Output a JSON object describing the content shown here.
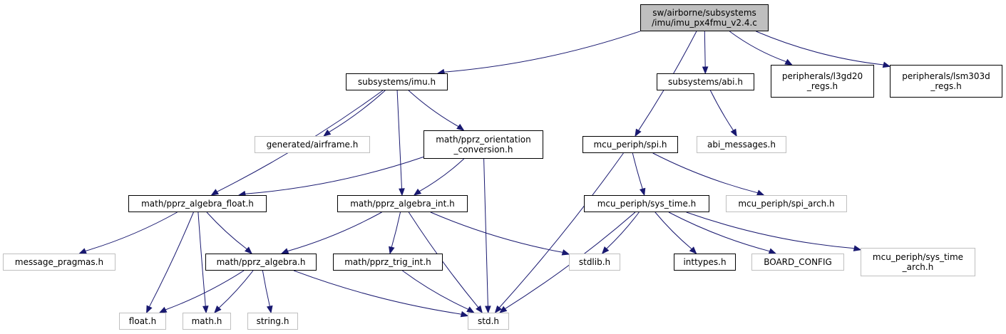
{
  "colors": {
    "edge": "#191970",
    "root_fill": "#bfbfbf",
    "missing_border": "#bfbfbf",
    "border": "#000000"
  },
  "nodes": [
    {
      "id": "root",
      "label": "sw/airborne/subsystems\n/imu/imu_px4fmu_v2.4.c",
      "style": "root"
    },
    {
      "id": "imu_h",
      "label": "subsystems/imu.h",
      "style": "normal"
    },
    {
      "id": "abi_h",
      "label": "subsystems/abi.h",
      "style": "normal"
    },
    {
      "id": "l3gd20",
      "label": "peripherals/l3gd20\n_regs.h",
      "style": "normal"
    },
    {
      "id": "lsm303d",
      "label": "peripherals/lsm303d\n_regs.h",
      "style": "normal"
    },
    {
      "id": "airframe",
      "label": "generated/airframe.h",
      "style": "missing"
    },
    {
      "id": "orient",
      "label": "math/pprz_orientation\n_conversion.h",
      "style": "normal"
    },
    {
      "id": "spi_h",
      "label": "mcu_periph/spi.h",
      "style": "normal"
    },
    {
      "id": "abi_msg",
      "label": "abi_messages.h",
      "style": "missing"
    },
    {
      "id": "alg_float",
      "label": "math/pprz_algebra_float.h",
      "style": "normal"
    },
    {
      "id": "alg_int",
      "label": "math/pprz_algebra_int.h",
      "style": "normal"
    },
    {
      "id": "sys_time",
      "label": "mcu_periph/sys_time.h",
      "style": "normal"
    },
    {
      "id": "spi_arch",
      "label": "mcu_periph/spi_arch.h",
      "style": "missing"
    },
    {
      "id": "msg_pragmas",
      "label": "message_pragmas.h",
      "style": "missing"
    },
    {
      "id": "algebra",
      "label": "math/pprz_algebra.h",
      "style": "normal"
    },
    {
      "id": "trig_int",
      "label": "math/pprz_trig_int.h",
      "style": "normal"
    },
    {
      "id": "stdlib",
      "label": "stdlib.h",
      "style": "missing"
    },
    {
      "id": "inttypes",
      "label": "inttypes.h",
      "style": "normal"
    },
    {
      "id": "board",
      "label": "BOARD_CONFIG",
      "style": "missing"
    },
    {
      "id": "sys_time_arch",
      "label": "mcu_periph/sys_time\n_arch.h",
      "style": "missing"
    },
    {
      "id": "float_h",
      "label": "float.h",
      "style": "missing"
    },
    {
      "id": "math_h",
      "label": "math.h",
      "style": "missing"
    },
    {
      "id": "string_h",
      "label": "string.h",
      "style": "missing"
    },
    {
      "id": "std_h",
      "label": "std.h",
      "style": "missing"
    }
  ],
  "edges": [
    [
      "root",
      "imu_h"
    ],
    [
      "root",
      "spi_h"
    ],
    [
      "root",
      "abi_h"
    ],
    [
      "root",
      "l3gd20"
    ],
    [
      "root",
      "lsm303d"
    ],
    [
      "imu_h",
      "alg_float"
    ],
    [
      "imu_h",
      "airframe"
    ],
    [
      "imu_h",
      "alg_int"
    ],
    [
      "imu_h",
      "orient"
    ],
    [
      "abi_h",
      "abi_msg"
    ],
    [
      "orient",
      "alg_float"
    ],
    [
      "orient",
      "alg_int"
    ],
    [
      "orient",
      "std_h"
    ],
    [
      "spi_h",
      "std_h"
    ],
    [
      "spi_h",
      "sys_time"
    ],
    [
      "spi_h",
      "spi_arch"
    ],
    [
      "alg_float",
      "msg_pragmas"
    ],
    [
      "alg_float",
      "algebra"
    ],
    [
      "alg_float",
      "float_h"
    ],
    [
      "alg_float",
      "math_h"
    ],
    [
      "alg_int",
      "algebra"
    ],
    [
      "alg_int",
      "trig_int"
    ],
    [
      "alg_int",
      "std_h"
    ],
    [
      "alg_int",
      "stdlib"
    ],
    [
      "sys_time",
      "stdlib"
    ],
    [
      "sys_time",
      "std_h"
    ],
    [
      "sys_time",
      "inttypes"
    ],
    [
      "sys_time",
      "board"
    ],
    [
      "sys_time",
      "sys_time_arch"
    ],
    [
      "algebra",
      "float_h"
    ],
    [
      "algebra",
      "math_h"
    ],
    [
      "algebra",
      "string_h"
    ],
    [
      "algebra",
      "std_h"
    ],
    [
      "trig_int",
      "std_h"
    ]
  ]
}
